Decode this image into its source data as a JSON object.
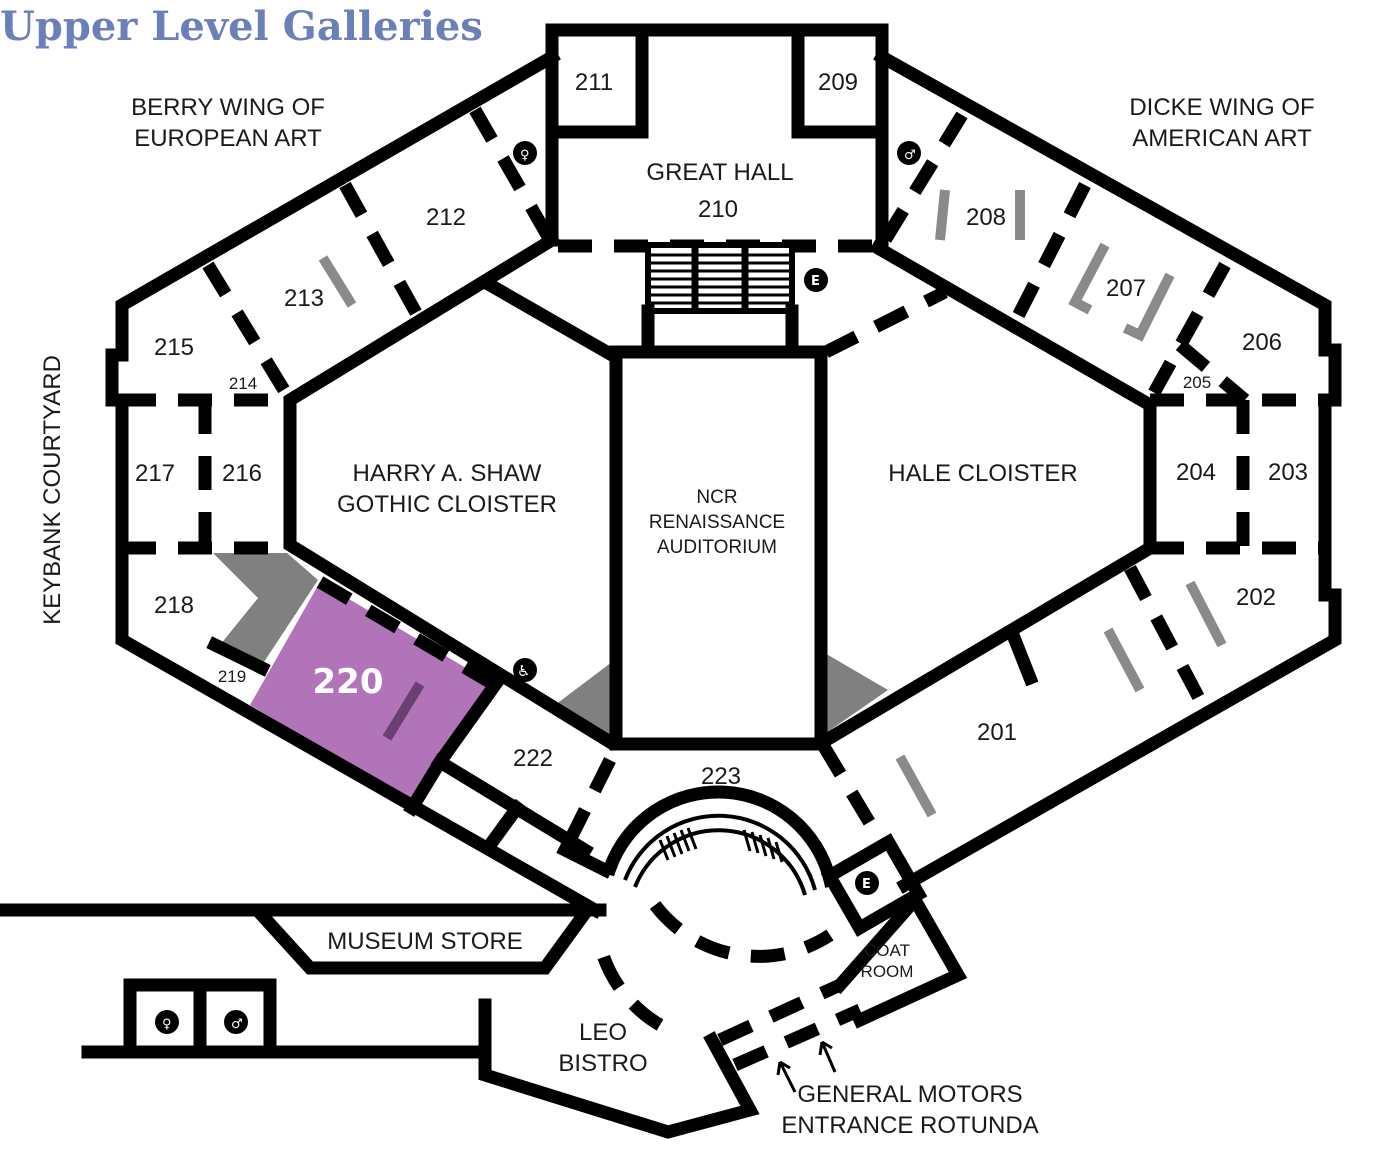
{
  "title": "Upper Level Galleries",
  "colors": {
    "title": "#6b7fb8",
    "highlight": "#b174b9",
    "stair": "#808080",
    "bench": "#8a8a8a"
  },
  "wings": {
    "berry": [
      "BERRY WING OF",
      "EUROPEAN ART"
    ],
    "dicke": [
      "DICKE WING OF",
      "AMERICAN ART"
    ]
  },
  "courtyard": "KEYBANK COURTYARD",
  "great_hall": {
    "name": "GREAT HALL",
    "number": "210"
  },
  "shaw_cloister": [
    "HARRY A. SHAW",
    "GOTHIC CLOISTER"
  ],
  "hale_cloister": "HALE CLOISTER",
  "auditorium": [
    "NCR",
    "RENAISSANCE",
    "AUDITORIUM"
  ],
  "highlighted_gallery": "220",
  "rooms": {
    "r201": "201",
    "r202": "202",
    "r203": "203",
    "r204": "204",
    "r205": "205",
    "r206": "206",
    "r207": "207",
    "r208": "208",
    "r209": "209",
    "r211": "211",
    "r212": "212",
    "r213": "213",
    "r214": "214",
    "r215": "215",
    "r216": "216",
    "r217": "217",
    "r218": "218",
    "r219": "219",
    "r222": "222",
    "r223": "223"
  },
  "store": "MUSEUM STORE",
  "bistro": [
    "LEO",
    "BISTRO"
  ],
  "coat_room": [
    "COAT",
    "ROOM"
  ],
  "entrance": [
    "GENERAL MOTORS",
    "ENTRANCE ROTUNDA"
  ],
  "elevator_letter": "E",
  "icons": [
    "restroom-icon",
    "elevator-icon",
    "accessible-icon",
    "arrow-up-icon"
  ]
}
